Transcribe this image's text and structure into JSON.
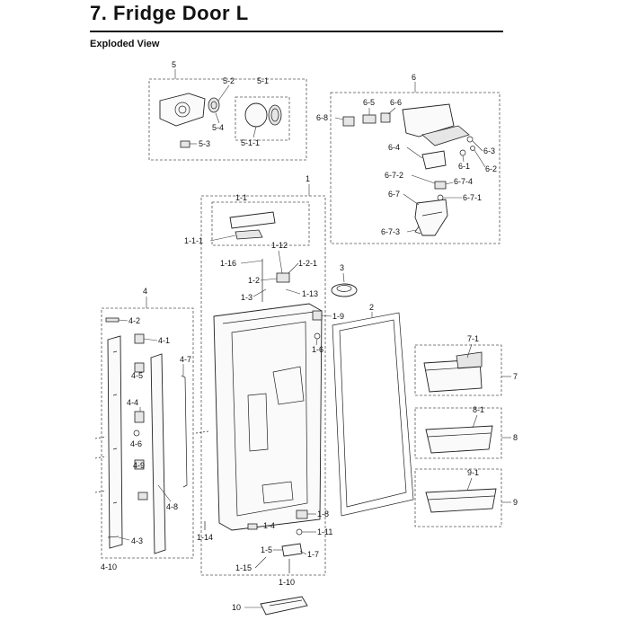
{
  "header": {
    "title": "7.  Fridge Door L",
    "subtitle": "Exploded View"
  },
  "labels": {
    "g5": "5",
    "l5_2": "5-2",
    "l5_1": "5-1",
    "l5_4": "5-4",
    "l5_1_1": "5-1-1",
    "l5_3": "5-3",
    "g6": "6",
    "l6_8": "6-8",
    "l6_5": "6-5",
    "l6_6": "6-6",
    "l6_4": "6-4",
    "l6_3": "6-3",
    "l6_1": "6-1",
    "l6_2": "6-2",
    "l6_7_2": "6-7-2",
    "l6_7_4": "6-7-4",
    "l6_7": "6-7",
    "l6_7_1": "6-7-1",
    "l6_7_3": "6-7-3",
    "g1": "1",
    "l1_1": "1-1",
    "l1_1_1": "1-1-1",
    "l1_12": "1-12",
    "l1_16": "1-16",
    "l1_2_1": "1-2-1",
    "l1_2": "1-2",
    "l1_3": "1-3",
    "l1_13": "1-13",
    "l1_9": "1-9",
    "l1_6": "1-6",
    "l1_8": "1-8",
    "l1_4": "1-4",
    "l1_11": "1-11",
    "l1_5": "1-5",
    "l1_7": "1-7",
    "l1_14": "1-14",
    "l1_15": "1-15",
    "l1_10": "1-10",
    "g2": "2",
    "g3": "3",
    "g4": "4",
    "l4_2": "4-2",
    "l4_1": "4-1",
    "l4_7": "4-7",
    "l4_5": "4-5",
    "l4_4": "4-4",
    "l4_6": "4-6",
    "l4_9": "4-9",
    "l4_8": "4-8",
    "l4_3": "4-3",
    "l4_10": "4-10",
    "g7": "7",
    "l7_1": "7-1",
    "g8": "8",
    "l8_1": "8-1",
    "g9": "9",
    "l9_1": "9-1",
    "g10": "10"
  }
}
